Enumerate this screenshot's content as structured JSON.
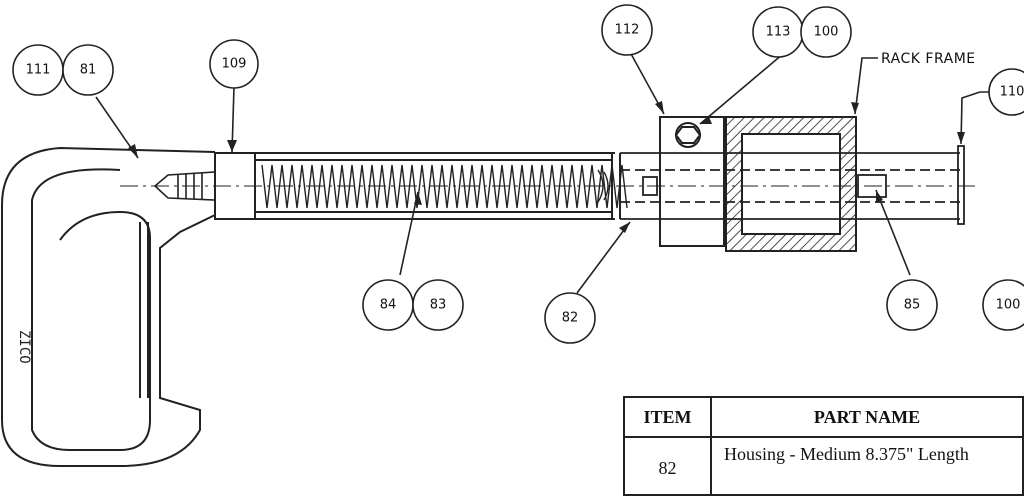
{
  "callouts": {
    "c111": "111",
    "c81": "81",
    "c109": "109",
    "c84": "84",
    "c83": "83",
    "c82": "82",
    "c112": "112",
    "c113": "113",
    "c100a": "100",
    "c110": "110",
    "c85": "85",
    "c100b": "100"
  },
  "labels": {
    "rack_frame": "RACK FRAME",
    "body_marking": "ZICO"
  },
  "parts_table": {
    "headers": {
      "item": "ITEM",
      "part_name": "PART NAME"
    },
    "rows": [
      {
        "item": "82",
        "part_name": "Housing - Medium 8.375\" Length"
      }
    ]
  }
}
